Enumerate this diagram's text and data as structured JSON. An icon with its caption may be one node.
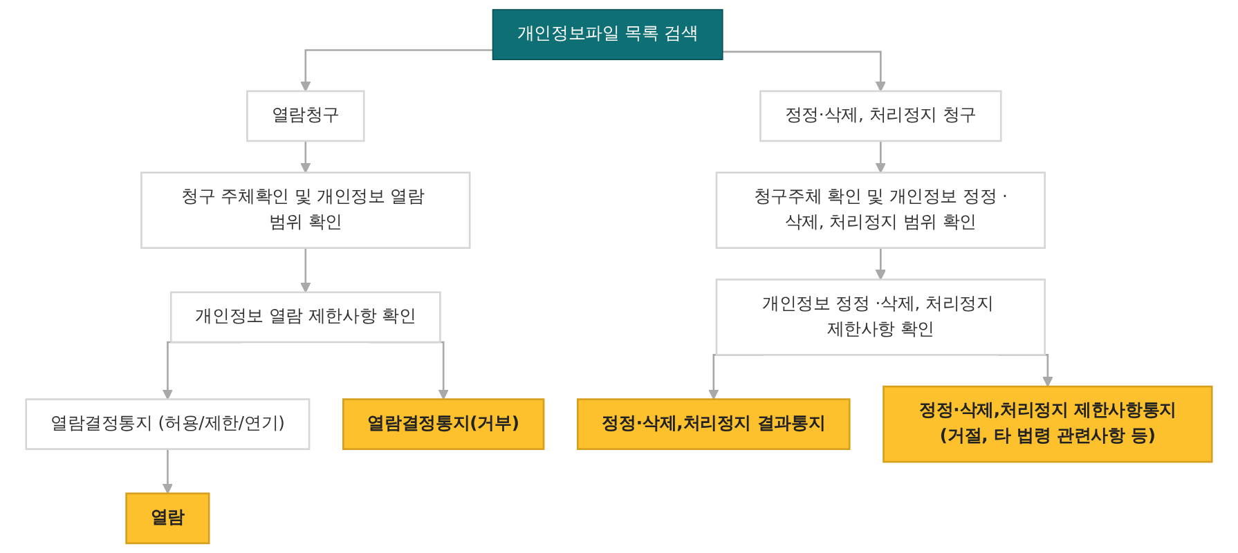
{
  "diagram": {
    "nodes": [
      {
        "text": [
          "개인정보파일 목록 검색"
        ]
      },
      {
        "text": [
          "열람청구"
        ]
      },
      {
        "text": [
          "청구 주체확인 및 개인정보 열람 범위 확인"
        ]
      },
      {
        "text": [
          "개인정보 열람 제한사항 확인"
        ]
      },
      {
        "text": [
          "열람결정통지 (허용/제한/연기)"
        ]
      },
      {
        "text": [
          "열람"
        ]
      },
      {
        "text": [
          "열람결정통지(거부)"
        ]
      },
      {
        "text": [
          "정정·삭제, 처리정지 청구"
        ]
      },
      {
        "text": [
          "청구주체 확인 및 개인정보 정정 ·삭제, 처리정지 범위 확인"
        ]
      },
      {
        "text": [
          "개인정보 정정 ·삭제, 처리정지 제한사항 확인"
        ]
      },
      {
        "text": [
          "정정·삭제,처리정지 결과통지"
        ]
      },
      {
        "text": [
          "정정·삭제,처리정지 제한사항통지(거절, 타 법령 관련사항 등)"
        ]
      }
    ],
    "edges": [
      {
        "from": 0,
        "to": 1,
        "arrow": "to"
      },
      {
        "from": 0,
        "to": 7,
        "arrow": "to"
      },
      {
        "from": 1,
        "to": 2,
        "arrow": "to"
      },
      {
        "from": 2,
        "to": 3,
        "arrow": "to"
      },
      {
        "from": 3,
        "to": 4,
        "arrow": "to"
      },
      {
        "from": 3,
        "to": 6,
        "arrow": "to"
      },
      {
        "from": 4,
        "to": 5,
        "arrow": "to"
      },
      {
        "from": 7,
        "to": 8,
        "arrow": "to"
      },
      {
        "from": 8,
        "to": 9,
        "arrow": "to"
      },
      {
        "from": 9,
        "to": 10,
        "arrow": "to"
      },
      {
        "from": 9,
        "to": 11,
        "arrow": "to"
      }
    ]
  }
}
